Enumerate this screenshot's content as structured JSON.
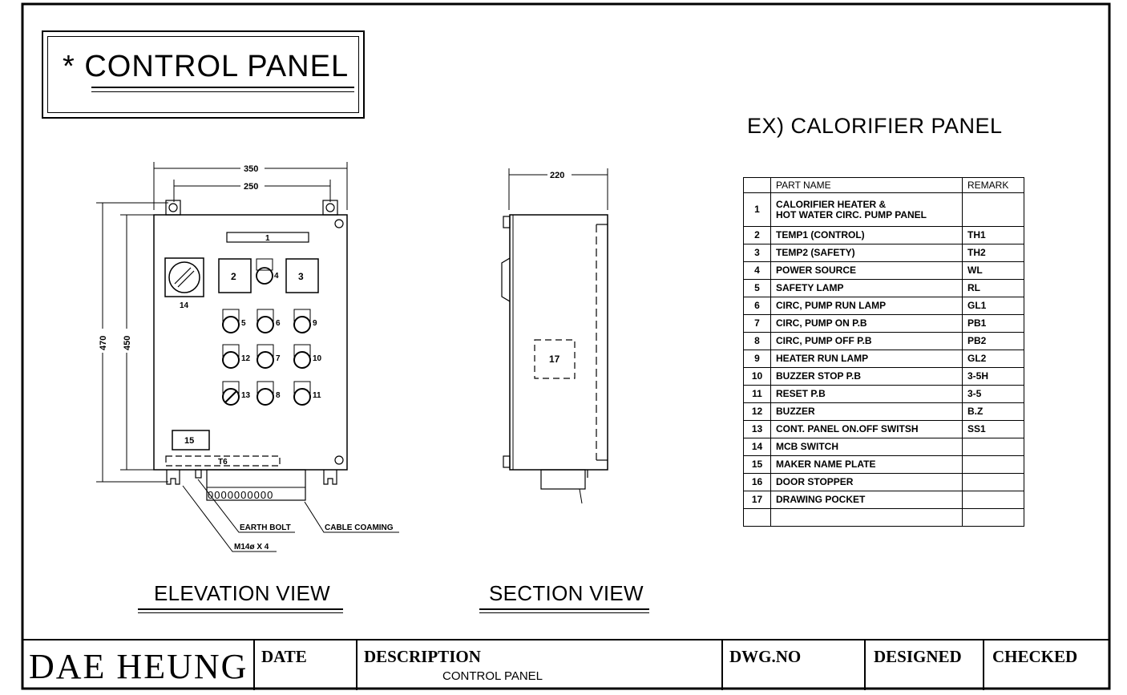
{
  "title": "* CONTROL PANEL",
  "example_title": "EX) CALORIFIER PANEL",
  "parts_table": {
    "headers": [
      "",
      "PART NAME",
      "REMARK"
    ],
    "rows": [
      {
        "no": "1",
        "name_line1": "CALORIFIER HEATER &",
        "name_line2": "HOT WATER CIRC. PUMP PANEL",
        "remark": ""
      },
      {
        "no": "2",
        "name": "TEMP1 (CONTROL)",
        "remark": "TH1"
      },
      {
        "no": "3",
        "name": "TEMP2 (SAFETY)",
        "remark": "TH2"
      },
      {
        "no": "4",
        "name": "POWER SOURCE",
        "remark": "WL"
      },
      {
        "no": "5",
        "name": "SAFETY LAMP",
        "remark": "RL"
      },
      {
        "no": "6",
        "name": "CIRC, PUMP RUN LAMP",
        "remark": "GL1"
      },
      {
        "no": "7",
        "name": "CIRC, PUMP ON P.B",
        "remark": "PB1"
      },
      {
        "no": "8",
        "name": "CIRC, PUMP OFF P.B",
        "remark": "PB2"
      },
      {
        "no": "9",
        "name": "HEATER RUN LAMP",
        "remark": "GL2"
      },
      {
        "no": "10",
        "name": "BUZZER STOP P.B",
        "remark": "3-5H"
      },
      {
        "no": "11",
        "name": "RESET P.B",
        "remark": "3-5"
      },
      {
        "no": "12",
        "name": "BUZZER",
        "remark": "B.Z"
      },
      {
        "no": "13",
        "name": "CONT. PANEL ON.OFF SWITSH",
        "remark": "SS1"
      },
      {
        "no": "14",
        "name": "MCB SWITCH",
        "remark": ""
      },
      {
        "no": "15",
        "name": "MAKER NAME PLATE",
        "remark": ""
      },
      {
        "no": "16",
        "name": "DOOR STOPPER",
        "remark": ""
      },
      {
        "no": "17",
        "name": "DRAWING POCKET",
        "remark": ""
      },
      {
        "no": "",
        "name": "",
        "remark": ""
      }
    ]
  },
  "elevation": {
    "label": "ELEVATION VIEW",
    "dim_width_outer": "350",
    "dim_width_inner": "250",
    "dim_height_outer": "470",
    "dim_height_inner": "450",
    "callouts": {
      "c1": "1",
      "c2": "2",
      "c3": "3",
      "c4": "4",
      "c5": "5",
      "c6": "6",
      "c7": "7",
      "c8": "8",
      "c9": "9",
      "c10": "10",
      "c11": "11",
      "c12": "12",
      "c13": "13",
      "c14": "14",
      "c15": "15",
      "c16": "T6"
    },
    "earth_bolt": "EARTH BOLT",
    "cable_coaming": "CABLE COAMING",
    "mounting": "M14ø X 4",
    "terminal_strip": "0000000000"
  },
  "section": {
    "label": "SECTION VIEW",
    "dim_depth": "220",
    "pocket": "17"
  },
  "footer": {
    "company": "DAE HEUNG",
    "date_label": "DATE",
    "description_label": "DESCRIPTION",
    "description_value": "CONTROL PANEL",
    "dwg_label": "DWG.NO",
    "designed_label": "DESIGNED",
    "checked_label": "CHECKED"
  },
  "colors": {
    "ink": "#000000",
    "paper": "#ffffff"
  }
}
